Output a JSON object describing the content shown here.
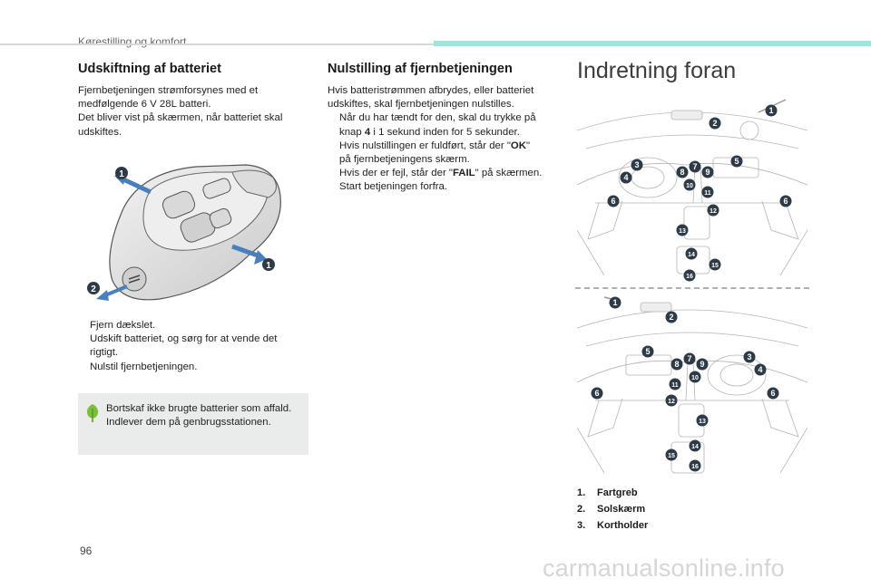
{
  "header": {
    "section": "Kørestilling og komfort"
  },
  "col1": {
    "title": "Udskiftning af batteriet",
    "intro": [
      "Fjernbetjeningen strømforsynes med et",
      "medfølgende 6 V 28L batteri.",
      "Det bliver vist på skærmen, når batteriet skal",
      "udskiftes."
    ],
    "steps": [
      [
        "Fjern dækslet."
      ],
      [
        "Udskift batteriet, og sørg for at vende det",
        "rigtigt."
      ],
      [
        "Nulstil fjernbetjeningen."
      ]
    ],
    "note": [
      "Bortskaf ikke brugte batterier som affald.",
      "Indlever dem på genbrugsstationen."
    ],
    "figure_labels": [
      "1",
      "1",
      "2"
    ]
  },
  "col2": {
    "title": "Nulstilling af fjernbetjeningen",
    "intro": [
      "Hvis batteristrømmen afbrydes, eller batteriet",
      "udskiftes, skal fjernbetjeningen nulstilles."
    ],
    "step1": {
      "line1": "Når du har tændt for den, skal du trykke på",
      "line2_pre": "knap ",
      "line2_bold": "4",
      "line2_post": " i 1 sekund inden for 5 sekunder.",
      "line3_pre": "Hvis nulstillingen er fuldført, står der \"",
      "line3_bold": "OK",
      "line3_post": "\"",
      "line4": "på fjernbetjeningens skærm.",
      "line5_pre": "Hvis der er fejl, står der \"",
      "line5_bold": "FAIL",
      "line5_post": "\" på skærmen."
    },
    "step2": "Start betjeningen forfra."
  },
  "col3": {
    "title": "Indretning foran",
    "items": [
      {
        "num": "1.",
        "label": "Fartgreb"
      },
      {
        "num": "2.",
        "label": "Solskærm"
      },
      {
        "num": "3.",
        "label": "Kortholder"
      }
    ],
    "callouts_top": [
      "1",
      "2",
      "3",
      "4",
      "5",
      "6",
      "6",
      "7",
      "8",
      "9",
      "10",
      "11",
      "12",
      "13",
      "14",
      "15",
      "16"
    ],
    "callouts_bottom": [
      "1",
      "2",
      "3",
      "4",
      "5",
      "6",
      "6",
      "7",
      "8",
      "9",
      "10",
      "11",
      "12",
      "13",
      "14",
      "15",
      "16"
    ]
  },
  "bullet_symbol": "",
  "page_number": "96",
  "watermark": "carmanualsonline.info",
  "colors": {
    "accent": "#9fe3df",
    "callout": "#2e3b47",
    "note_bg": "#e9ecea",
    "leaf": "#7cbf3a"
  }
}
